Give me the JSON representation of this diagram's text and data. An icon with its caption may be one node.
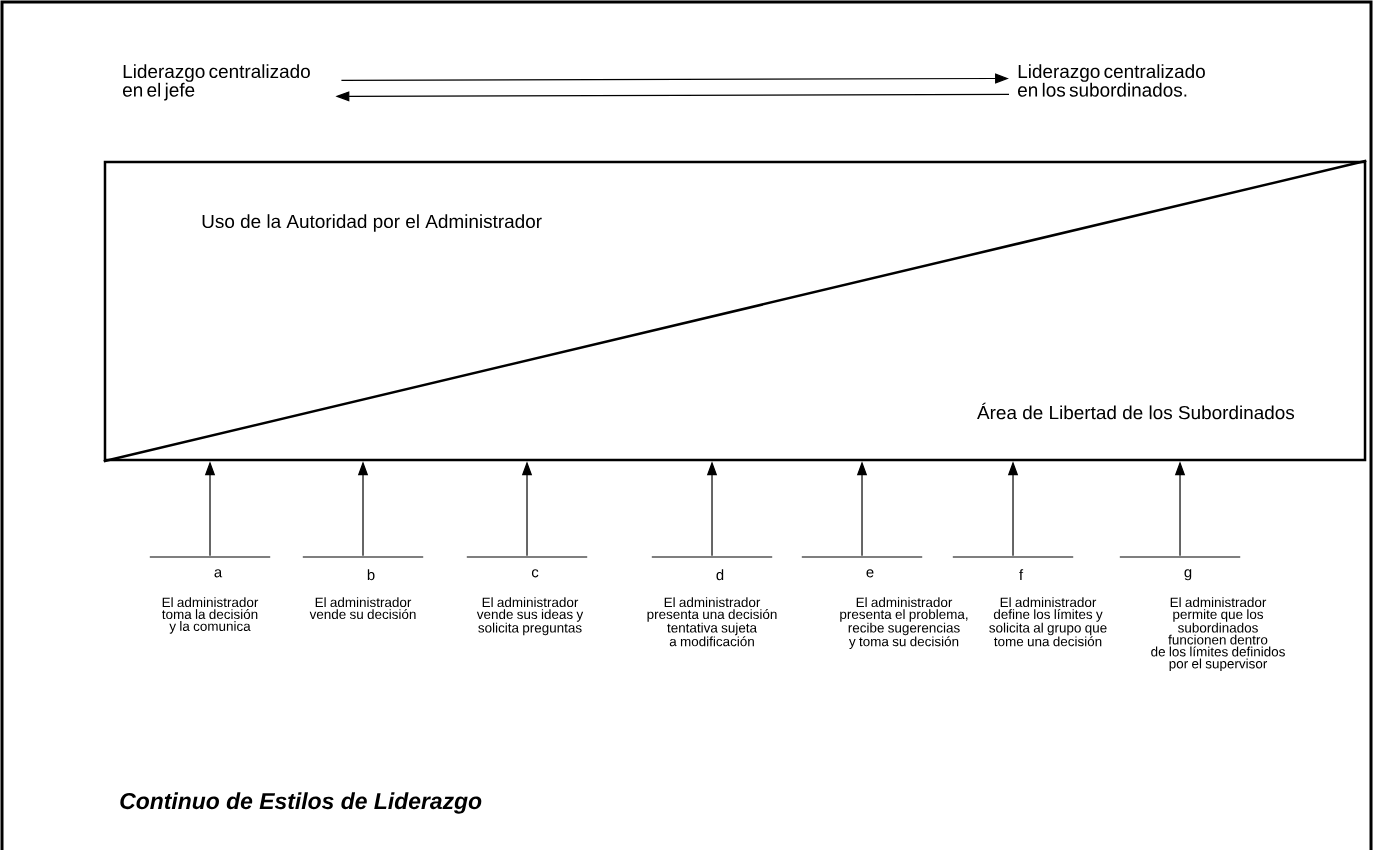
{
  "diagram": {
    "caption": "Continuo de Estilos de Liderazgo",
    "nodes": [
      {
        "text": [
          "Liderazgo centralizado en el jefe"
        ]
      },
      {
        "text": [
          "Liderazgo centralizado en los subordinados."
        ]
      },
      {
        "text": [
          "Uso de la Autoridad por el Administrador",
          "Área de Libertad de los Subordinados"
        ]
      },
      {
        "text": [
          "a",
          "El administrador toma la decisión y la comunica"
        ]
      },
      {
        "text": [
          "b",
          "El administrador vende su decisión"
        ]
      },
      {
        "text": [
          "c",
          "El administrador vende sus ideas y solicita preguntas"
        ]
      },
      {
        "text": [
          "d",
          "El administrador presenta una decisión tentativa sujeta a modificación"
        ]
      },
      {
        "text": [
          "e",
          "El administrador presenta el problema, recibe sugerencias y toma su decisión"
        ]
      },
      {
        "text": [
          "f",
          "El administrador define los límites y solicita al grupo que tome una decisión"
        ]
      },
      {
        "text": [
          "g",
          "El administrador permite que los subordinados funcionen dentro de los límites definidos por el supervisor"
        ]
      }
    ],
    "edges": [
      {
        "from": 0,
        "to": 1,
        "arrow": "to"
      },
      {
        "from": 1,
        "to": 0,
        "arrow": "to"
      },
      {
        "from": 3,
        "to": 2,
        "arrow": "to"
      },
      {
        "from": 4,
        "to": 2,
        "arrow": "to"
      },
      {
        "from": 5,
        "to": 2,
        "arrow": "to"
      },
      {
        "from": 6,
        "to": 2,
        "arrow": "to"
      },
      {
        "from": 7,
        "to": 2,
        "arrow": "to"
      },
      {
        "from": 8,
        "to": 2,
        "arrow": "to"
      },
      {
        "from": 9,
        "to": 2,
        "arrow": "to"
      }
    ]
  }
}
